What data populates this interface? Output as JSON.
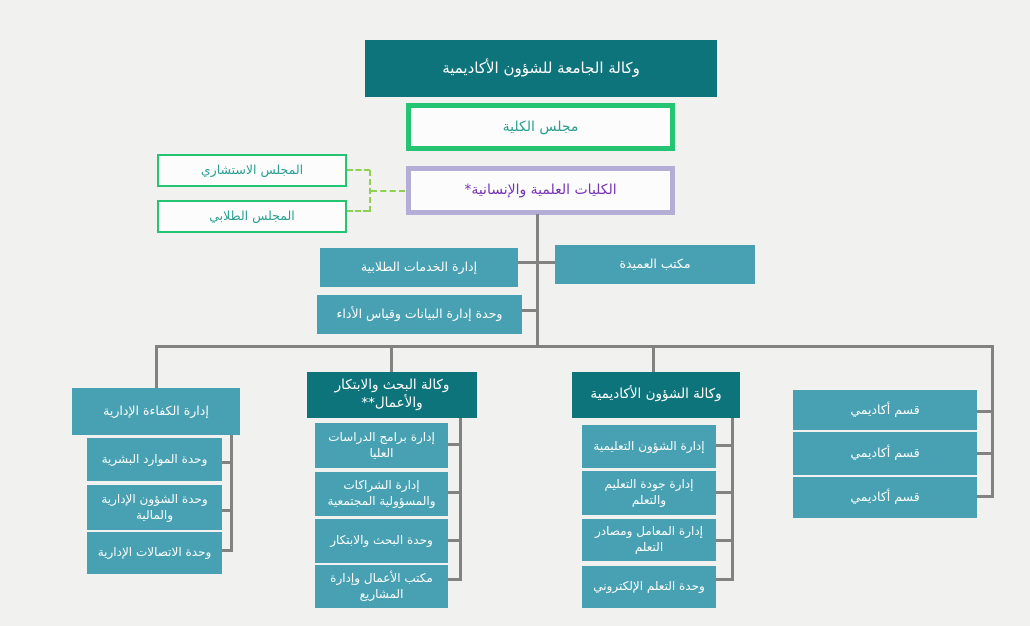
{
  "palette": {
    "background": "#f1f1f0",
    "dark_teal": "#0e747b",
    "teal": "#47a1b3",
    "green": "#24c472",
    "dash_green": "#8cd152",
    "purple_border": "#b4aed6",
    "purple_text": "#7634b8",
    "teal_text": "#2b9e92",
    "connector": "#828282",
    "box_fill": "#fcfcfc"
  },
  "org": {
    "root": "وكالة الجامعة للشؤون الأكاديمية",
    "college_council": "مجلس الكلية",
    "advisory_council": "المجلس الاستشاري",
    "student_council": "المجلس الطلابي",
    "colleges": "الكليات العلمية والإنسانية*",
    "student_services": "إدارة الخدمات الطلابية",
    "dean_office": "مكتب العميدة",
    "data_unit": "وحدة إدارة البيانات وقياس الأداء",
    "branches": [
      {
        "label": "إدارة الكفاءة الإدارية",
        "children": [
          "وحدة الموارد البشرية",
          "وحدة الشؤون الإدارية والمالية",
          "وحدة الاتصالات الإدارية"
        ]
      },
      {
        "label": "وكالة البحث والابتكار والأعمال**",
        "children": [
          "إدارة برامج الدراسات العليا",
          "إدارة الشراكات والمسؤولية المجتمعية",
          "وحدة البحث والابتكار",
          "مكتب الأعمال وإدارة المشاريع"
        ]
      },
      {
        "label": "وكالة الشؤون الأكاديمية",
        "children": [
          "إدارة الشؤون التعليمية",
          "إدارة جودة التعليم والتعلم",
          "إدارة المعامل ومصادر التعلم",
          "وحدة التعلم الإلكتروني"
        ]
      }
    ],
    "academic_departments": [
      "قسم أكاديمي",
      "قسم أكاديمي",
      "قسم أكاديمي"
    ]
  }
}
